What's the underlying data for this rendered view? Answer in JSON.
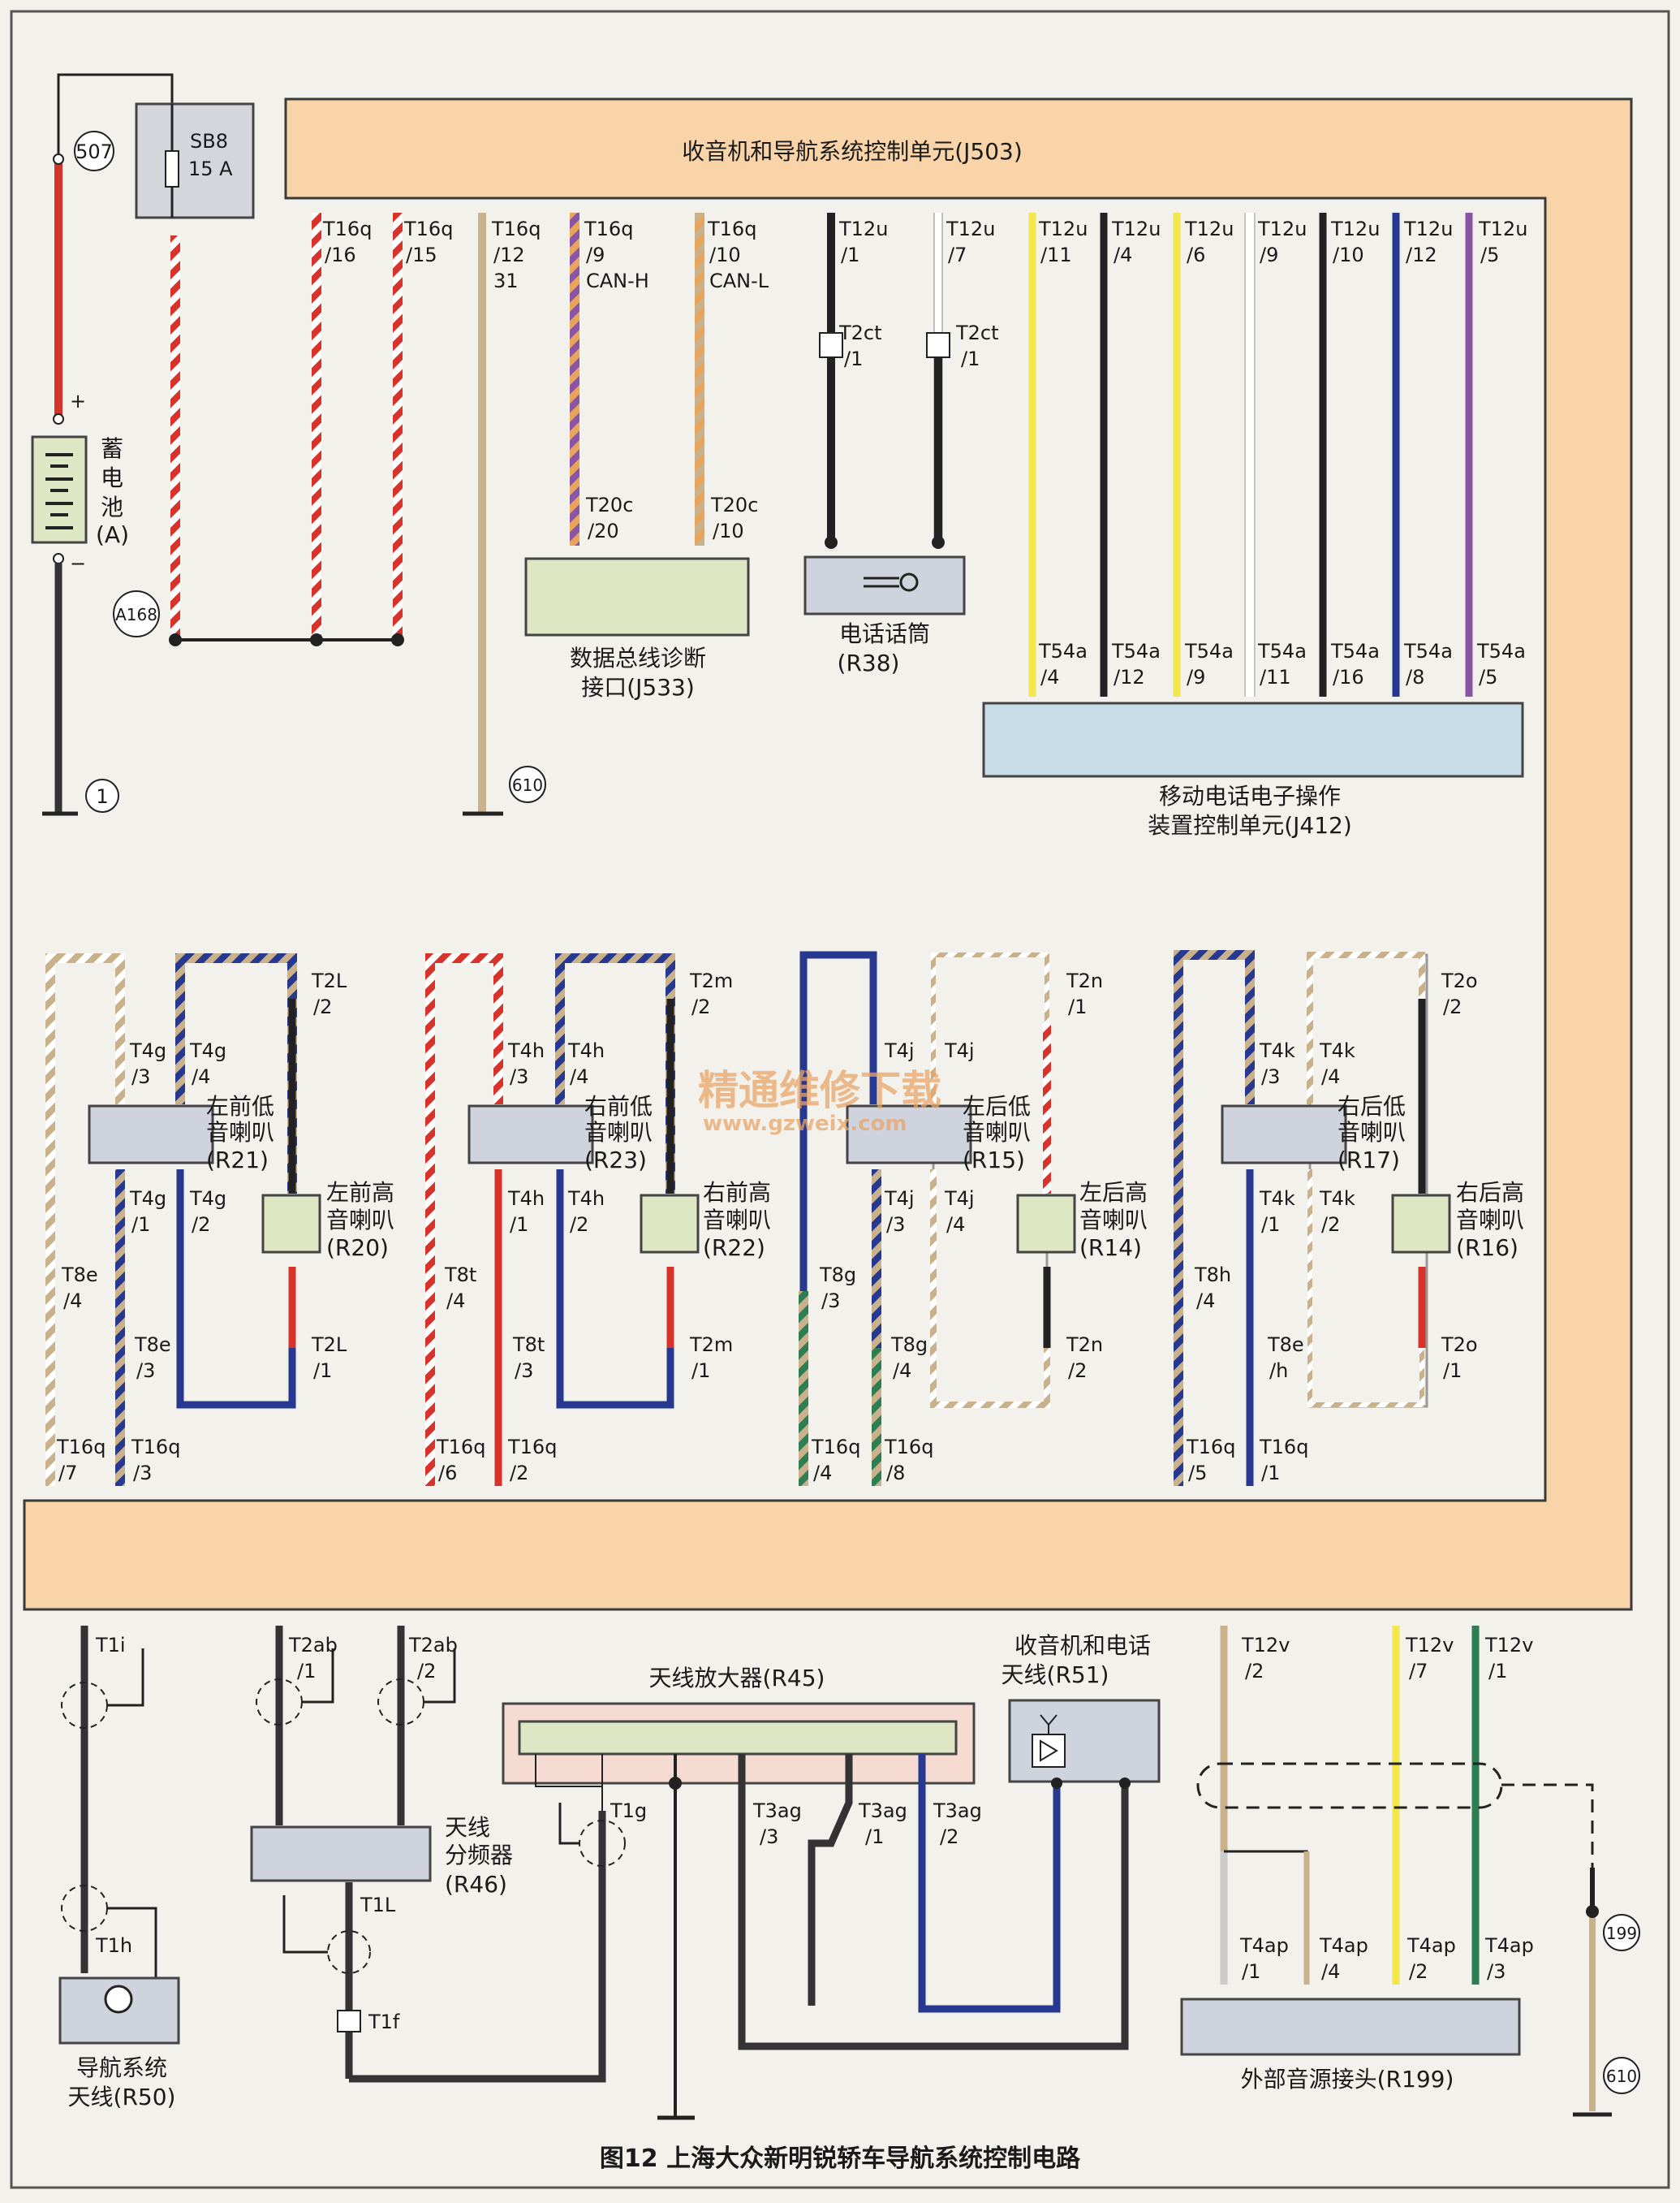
{
  "colors": {
    "frame": "#f9d4a8",
    "frame_stroke": "#3a3a3a",
    "box_gray": "#cfd3de",
    "box_green": "#dde7c3",
    "box_blue": "#c8dbe8",
    "tan": "#c9b18c",
    "red": "#d8332a",
    "blue": "#26388f",
    "black": "#222222",
    "yellow": "#f2e64a",
    "orange": "#e8a45a",
    "purple": "#8a55a6",
    "green": "#2f7d52",
    "white": "#ffffff",
    "gray": "#cccccc"
  },
  "title": "收音机和导航系统控制单元(J503)",
  "caption": "图12  上海大众新明锐轿车导航系统控制电路",
  "watermark": {
    "cn": "精通维修下载",
    "url": "www.gzweix.com"
  },
  "nodes": {
    "n507": "507",
    "na168": "A168",
    "n1": "1",
    "n610a": "610",
    "n199": "199",
    "n610b": "610"
  },
  "battery": {
    "line1": "蓄",
    "line2": "电",
    "line3": "池",
    "line4": "(A)",
    "plus": "+",
    "minus": "−"
  },
  "fuse": {
    "name": "SB8",
    "rating": "15 A"
  },
  "top_pins": [
    {
      "a": "T16q",
      "b": "/16",
      "c": ""
    },
    {
      "a": "T16q",
      "b": "/15",
      "c": ""
    },
    {
      "a": "T16q",
      "b": "/12",
      "c": "31"
    },
    {
      "a": "T16q",
      "b": "/9",
      "c": "CAN-H"
    },
    {
      "a": "T16q",
      "b": "/10",
      "c": "CAN-L"
    },
    {
      "a": "T12u",
      "b": "/1",
      "c": ""
    },
    {
      "a": "T12u",
      "b": "/7",
      "c": ""
    },
    {
      "a": "T12u",
      "b": "/11",
      "c": ""
    },
    {
      "a": "T12u",
      "b": "/4",
      "c": ""
    },
    {
      "a": "T12u",
      "b": "/6",
      "c": ""
    },
    {
      "a": "T12u",
      "b": "/9",
      "c": ""
    },
    {
      "a": "T12u",
      "b": "/10",
      "c": ""
    },
    {
      "a": "T12u",
      "b": "/12",
      "c": ""
    },
    {
      "a": "T12u",
      "b": "/5",
      "c": ""
    }
  ],
  "diag": {
    "pin_a": "T20c",
    "pin_a2": "/20",
    "pin_b": "T20c",
    "pin_b2": "/10",
    "name1": "数据总线诊断",
    "name2": "接口(J533)"
  },
  "mic": {
    "pin_a": "T2ct",
    "pin_a2": "/1",
    "pin_b": "T2ct",
    "pin_b2": "/1",
    "name1": "电话话筒",
    "name2": "(R38)"
  },
  "phone_unit": {
    "pins": [
      {
        "a": "T54a",
        "b": "/4"
      },
      {
        "a": "T54a",
        "b": "/12"
      },
      {
        "a": "T54a",
        "b": "/9"
      },
      {
        "a": "T54a",
        "b": "/11"
      },
      {
        "a": "T54a",
        "b": "/16"
      },
      {
        "a": "T54a",
        "b": "/8"
      },
      {
        "a": "T54a",
        "b": "/5"
      }
    ],
    "name1": "移动电话电子操作",
    "name2": "装置控制单元(J412)"
  },
  "speakers": [
    {
      "low_pin_a": "T4g",
      "low_pin_a2": "/3",
      "low_pin_b": "T4g",
      "low_pin_b2": "/4",
      "low_pin_c": "T4g",
      "low_pin_c2": "/1",
      "low_pin_d": "T4g",
      "low_pin_d2": "/2",
      "low_name1": "左前低",
      "low_name2": "音喇叭",
      "low_name3": "(R21)",
      "hi_top": "T2L",
      "hi_top2": "/2",
      "hi_bot": "T2L",
      "hi_bot2": "/1",
      "hi_name1": "左前高",
      "hi_name2": "音喇叭",
      "hi_name3": "(R20)",
      "conn_a": "T8e",
      "conn_a2": "/4",
      "conn_b": "T8e",
      "conn_b2": "/3",
      "bot_a": "T16q",
      "bot_a2": "/7",
      "bot_b": "T16q",
      "bot_b2": "/3"
    },
    {
      "low_pin_a": "T4h",
      "low_pin_a2": "/3",
      "low_pin_b": "T4h",
      "low_pin_b2": "/4",
      "low_pin_c": "T4h",
      "low_pin_c2": "/1",
      "low_pin_d": "T4h",
      "low_pin_d2": "/2",
      "low_name1": "右前低",
      "low_name2": "音喇叭",
      "low_name3": "(R23)",
      "hi_top": "T2m",
      "hi_top2": "/2",
      "hi_bot": "T2m",
      "hi_bot2": "/1",
      "hi_name1": "右前高",
      "hi_name2": "音喇叭",
      "hi_name3": "(R22)",
      "conn_a": "T8t",
      "conn_a2": "/4",
      "conn_b": "T8t",
      "conn_b2": "/3",
      "bot_a": "T16q",
      "bot_a2": "/6",
      "bot_b": "T16q",
      "bot_b2": "/2"
    },
    {
      "low_pin_a": "T4j",
      "low_pin_a2": "",
      "low_pin_b": "T4j",
      "low_pin_b2": "",
      "low_pin_c": "T4j",
      "low_pin_c2": "/3",
      "low_pin_d": "T4j",
      "low_pin_d2": "/4",
      "low_name1": "左后低",
      "low_name2": "音喇叭",
      "low_name3": "(R15)",
      "hi_top": "T2n",
      "hi_top2": "/1",
      "hi_bot": "T2n",
      "hi_bot2": "/2",
      "hi_name1": "左后高",
      "hi_name2": "音喇叭",
      "hi_name3": "(R14)",
      "conn_a": "T8g",
      "conn_a2": "/3",
      "conn_b": "T8g",
      "conn_b2": "/4",
      "bot_a": "T16q",
      "bot_a2": "/4",
      "bot_b": "T16q",
      "bot_b2": "/8"
    },
    {
      "low_pin_a": "T4k",
      "low_pin_a2": "/3",
      "low_pin_b": "T4k",
      "low_pin_b2": "/4",
      "low_pin_c": "T4k",
      "low_pin_c2": "/1",
      "low_pin_d": "T4k",
      "low_pin_d2": "/2",
      "low_name1": "右后低",
      "low_name2": "音喇叭",
      "low_name3": "(R17)",
      "hi_top": "T2o",
      "hi_top2": "/2",
      "hi_bot": "T2o",
      "hi_bot2": "/1",
      "hi_name1": "右后高",
      "hi_name2": "音喇叭",
      "hi_name3": "(R16)",
      "conn_a": "T8h",
      "conn_a2": "/4",
      "conn_b": "T8e",
      "conn_b2": "/h",
      "bot_a": "T16q",
      "bot_a2": "/5",
      "bot_b": "T16q",
      "bot_b2": "/1"
    }
  ],
  "bottom": {
    "t1i": "T1i",
    "t2ab_a": "T2ab",
    "t2ab_a2": "/1",
    "t2ab_b": "T2ab",
    "t2ab_b2": "/2",
    "splitter1": "天线",
    "splitter2": "分频器",
    "splitter3": "(R46)",
    "t1l": "T1L",
    "t1f": "T1f",
    "t1h": "T1h",
    "nav_ant1": "导航系统",
    "nav_ant2": "天线(R50)",
    "amp_name": "天线放大器(R45)",
    "t1g": "T1g",
    "t3ag_a": "T3ag",
    "t3ag_a2": "/3",
    "t3ag_b": "T3ag",
    "t3ag_b2": "/1",
    "t3ag_c": "T3ag",
    "t3ag_c2": "/2",
    "radio_ant1": "收音机和电话",
    "radio_ant2": "天线(R51)",
    "t12v_a": "T12v",
    "t12v_a2": "/2",
    "t12v_b": "T12v",
    "t12v_b2": "/7",
    "t12v_c": "T12v",
    "t12v_c2": "/1",
    "t4ap_a": "T4ap",
    "t4ap_a2": "/1",
    "t4ap_b": "T4ap",
    "t4ap_b2": "/4",
    "t4ap_c": "T4ap",
    "t4ap_c2": "/2",
    "t4ap_d": "T4ap",
    "t4ap_d2": "/3",
    "aux_name": "外部音源接头(R199)"
  }
}
